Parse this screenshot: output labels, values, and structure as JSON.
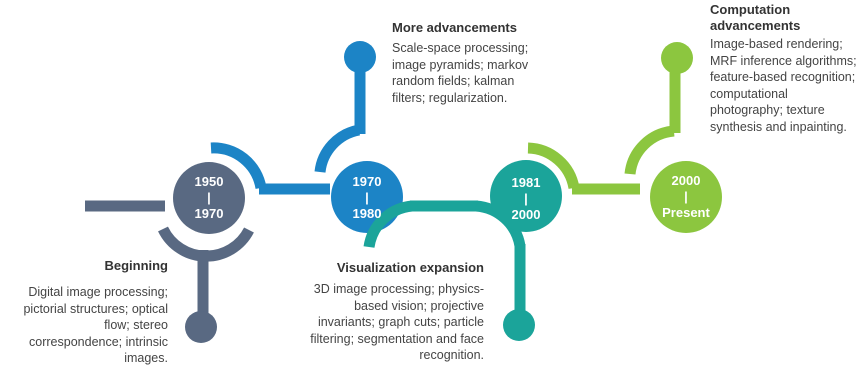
{
  "colors": {
    "slate": "#596982",
    "blue": "#1C84C6",
    "teal": "#1BA49A",
    "green": "#8CC63F"
  },
  "periods": [
    {
      "start": "1950",
      "sep": "|",
      "end": "1970"
    },
    {
      "start": "1970",
      "sep": "|",
      "end": "1980"
    },
    {
      "start": "1981",
      "sep": "|",
      "end": "2000"
    },
    {
      "start": "2000",
      "sep": "|",
      "end": "Present"
    }
  ],
  "milestones": [
    {
      "heading": "Beginning",
      "body": "Digital image processing; pictorial structures; optical flow; stereo correspondence; intrinsic images."
    },
    {
      "heading": "More advancements",
      "body": "Scale-space processing; image pyramids; markov random fields; kalman filters; regularization."
    },
    {
      "heading": "Visualization expansion",
      "body": "3D image processing; physics-based vision; projective invariants; graph cuts; particle filtering; segmentation and face recognition."
    },
    {
      "heading": "Computation advancements",
      "body": "Image-based rendering; MRF inference algorithms; feature-based recognition; computational photography; texture synthesis and inpainting."
    }
  ]
}
